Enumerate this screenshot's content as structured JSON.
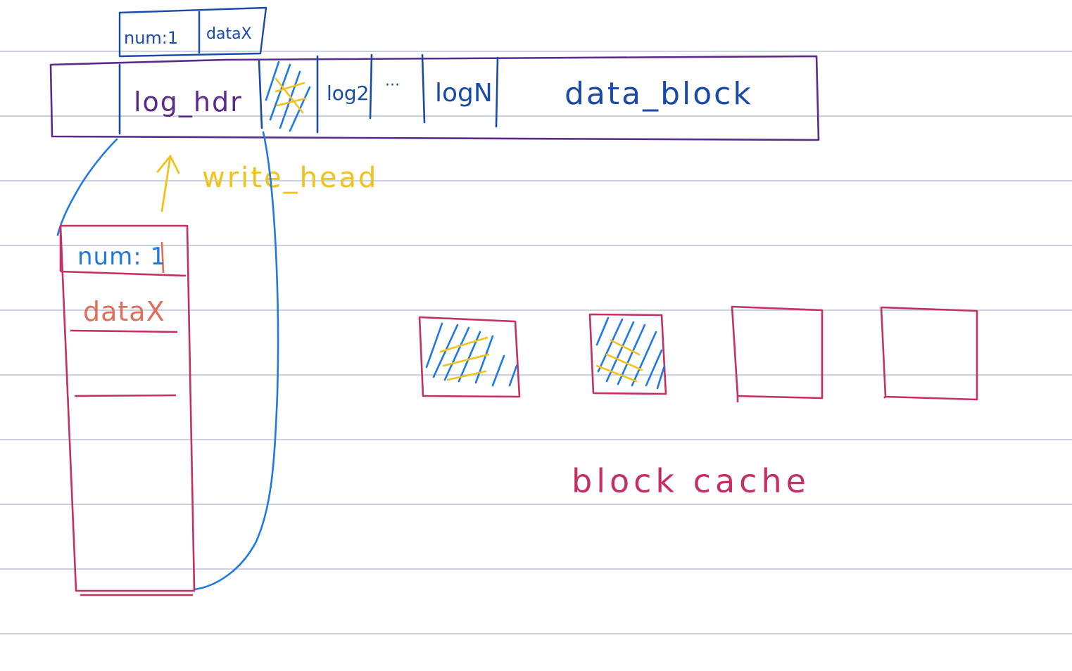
{
  "disk_log": {
    "header_num": "num:1",
    "header_data": "dataX",
    "log_hdr_label": "log_hdr",
    "log2_label": "log2",
    "ellipsis": "···",
    "logN_label": "logN",
    "data_block_label": "data_block"
  },
  "write_head_label": "write_head",
  "memory_log": {
    "num_label": "num: 1",
    "data_label": "dataX"
  },
  "block_cache": {
    "label": "block cache",
    "slots": [
      {
        "state": "dirty-hatched"
      },
      {
        "state": "dirty-hatched"
      },
      {
        "state": "empty"
      },
      {
        "state": "empty"
      }
    ]
  },
  "colors": {
    "ruled_line": "#b9c3d6",
    "purple_disk": "#5b2a8c",
    "blue_ink": "#1a4aa8",
    "bright_blue": "#1e78e6",
    "crimson": "#c4305f",
    "salmon": "#e0705a",
    "yellow": "#f1c21b"
  }
}
